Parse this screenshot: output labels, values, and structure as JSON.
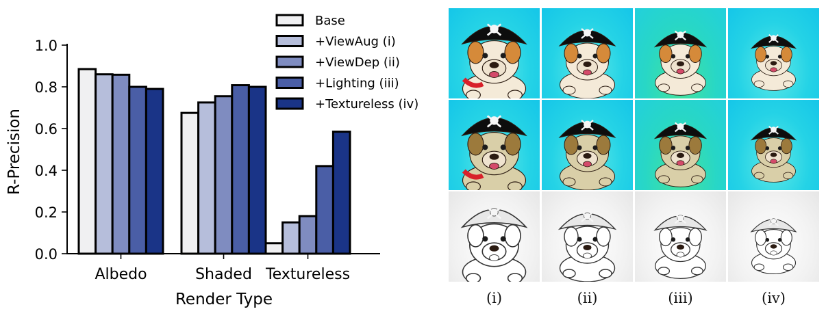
{
  "chart_data": {
    "type": "bar",
    "categories": [
      "Albedo",
      "Shaded",
      "Textureless"
    ],
    "series": [
      {
        "name": "Base",
        "values": [
          0.885,
          0.675,
          0.05
        ],
        "color": "#f0f0f2"
      },
      {
        "name": "+ViewAug (i)",
        "values": [
          0.86,
          0.725,
          0.15
        ],
        "color": "#b6bedb"
      },
      {
        "name": "+ViewDep (ii)",
        "values": [
          0.858,
          0.755,
          0.18
        ],
        "color": "#7f8cc0"
      },
      {
        "name": "+Lighting (iii)",
        "values": [
          0.8,
          0.808,
          0.42
        ],
        "color": "#4a5ea6"
      },
      {
        "name": "+Textureless (iv)",
        "values": [
          0.79,
          0.8,
          0.585
        ],
        "color": "#1a3487"
      }
    ],
    "xlabel": "Render Type",
    "ylabel": "R-Precision",
    "ylim": [
      0,
      1.0
    ],
    "yticks": [
      "0.0",
      "0.2",
      "0.4",
      "0.6",
      "0.8",
      "1.0"
    ],
    "legend": "top-right"
  },
  "gallery": {
    "captions": [
      "(i)",
      "(ii)",
      "(iii)",
      "(iv)"
    ],
    "rows": [
      "albedo",
      "shaded",
      "textureless"
    ]
  }
}
